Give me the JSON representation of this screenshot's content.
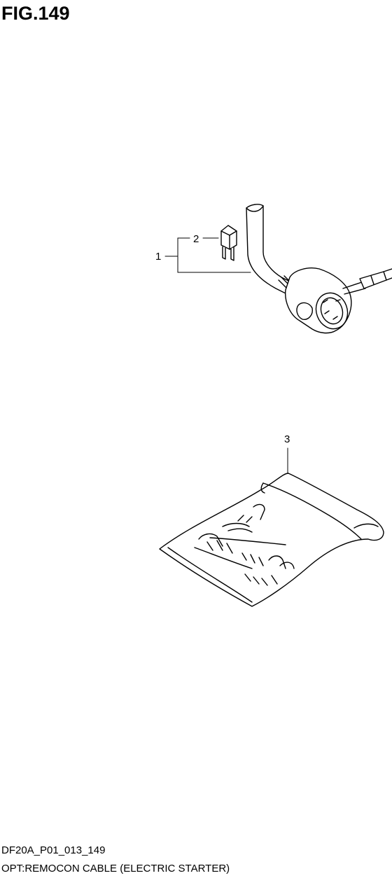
{
  "figure": {
    "title": "FIG.149"
  },
  "callouts": {
    "c1": "1",
    "c2": "2",
    "c3": "3"
  },
  "footer": {
    "code": "DF20A_P01_013_149",
    "description": "OPT:REMOCON CABLE (ELECTRIC STARTER)"
  },
  "parts": [
    {
      "ref": "1",
      "icon": "cable-harness-icon"
    },
    {
      "ref": "2",
      "icon": "fuse-icon"
    },
    {
      "ref": "3",
      "icon": "bag-icon"
    }
  ]
}
